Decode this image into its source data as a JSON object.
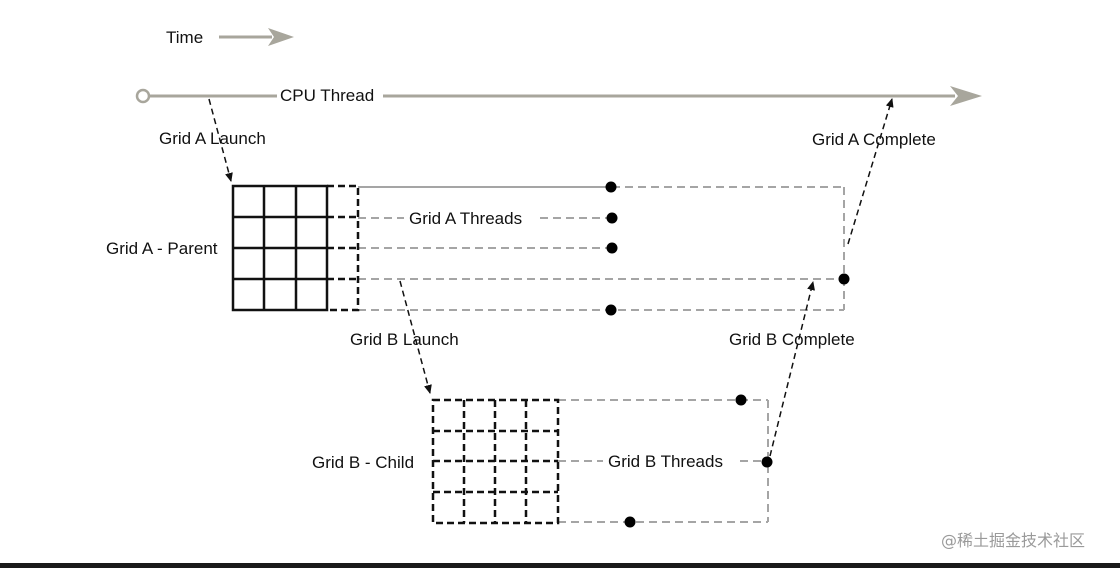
{
  "colors": {
    "timeline": "#a8a69c",
    "solid": "#111111",
    "dashed_gray": "#a5a5a5",
    "dot": "#000000",
    "watermark": "#9a9a9a"
  },
  "labels": {
    "time": "Time",
    "cpu_thread": "CPU Thread",
    "grid_a_launch": "Grid A Launch",
    "grid_a_complete": "Grid A Complete",
    "grid_a_parent": "Grid A - Parent",
    "grid_a_threads": "Grid A Threads",
    "grid_b_launch": "Grid B Launch",
    "grid_b_complete": "Grid B Complete",
    "grid_b_child": "Grid B - Child",
    "grid_b_threads": "Grid B Threads"
  },
  "watermark": "@稀土掘金技术社区",
  "icons": {
    "arrowhead": "arrowhead-icon",
    "thread_end_dot": "dot-icon",
    "timeline_start": "open-circle-icon"
  }
}
